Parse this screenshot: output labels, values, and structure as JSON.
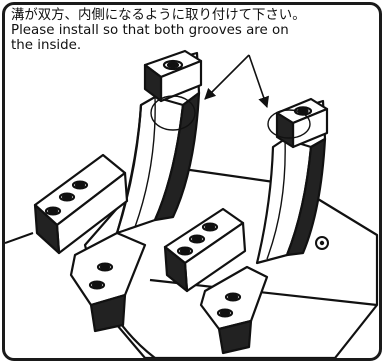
{
  "instruction": {
    "line_ja": "溝が双方、内側になるように取り付けて下さい。",
    "line_en_1": "Please install so that both grooves are on",
    "line_en_2": "the inside."
  }
}
